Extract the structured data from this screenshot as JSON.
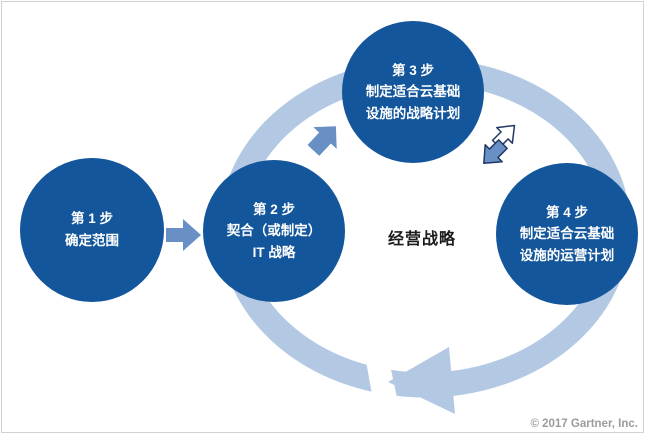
{
  "colors": {
    "circle": "#13569B",
    "ring": "#B3C9E3",
    "arrow": "#6890C5",
    "outline": "#1F3864",
    "center_text": "#1B1B1B",
    "copyright": "#9B9B9B",
    "frame_border": "#D2D2D2"
  },
  "steps": [
    {
      "lines": [
        "第 1 步",
        "确定范围"
      ]
    },
    {
      "lines": [
        "第 2 步",
        "契合（或制定）",
        "IT 战略"
      ]
    },
    {
      "lines": [
        "第 3 步",
        "制定适合云基础",
        "设施的战略计划"
      ]
    },
    {
      "lines": [
        "第 4 步",
        "制定适合云基础",
        "设施的运营计划"
      ]
    }
  ],
  "center_label": "经营战略",
  "copyright": "© 2017 Gartner, Inc.",
  "icons": {
    "cycle-arrow-icon": "clockwise elliptical cycle arrow with arrowhead at bottom pointing left",
    "right-arrow-icon": "solid block arrow pointing right between step 1 and step 2",
    "up-right-arrow-icon": "solid block arrow pointing up-right between step 2 and step 3",
    "zigzag-double-arrow-icon": "overlapping outlined arrows pointing up-right and down-left between step 3 and step 4"
  }
}
